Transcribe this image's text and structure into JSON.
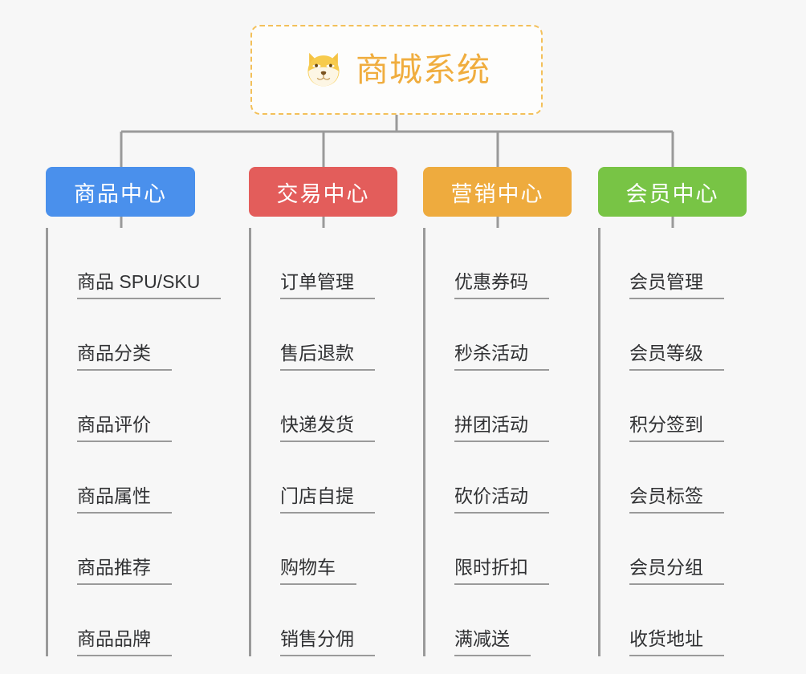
{
  "diagram": {
    "type": "mindmap",
    "background_color": "#f7f7f7",
    "root": {
      "title": "商城系统",
      "icon": "shiba-dog-icon",
      "text_color": "#f0ad3e",
      "border_color": "#f3c05a",
      "border_style": "dashed"
    },
    "connector_color": "#9a9a9a",
    "branches": [
      {
        "label": "商品中心",
        "color": "#4a90ec",
        "items": [
          "商品 SPU/SKU",
          "商品分类",
          "商品评价",
          "商品属性",
          "商品推荐",
          "商品品牌"
        ]
      },
      {
        "label": "交易中心",
        "color": "#e35d5b",
        "items": [
          "订单管理",
          "售后退款",
          "快递发货",
          "门店自提",
          "购物车",
          "销售分佣"
        ]
      },
      {
        "label": "营销中心",
        "color": "#eeab3e",
        "items": [
          "优惠券码",
          "秒杀活动",
          "拼团活动",
          "砍价活动",
          "限时折扣",
          "满减送"
        ]
      },
      {
        "label": "会员中心",
        "color": "#78c445",
        "items": [
          "会员管理",
          "会员等级",
          "积分签到",
          "会员标签",
          "会员分组",
          "收货地址"
        ]
      }
    ]
  }
}
